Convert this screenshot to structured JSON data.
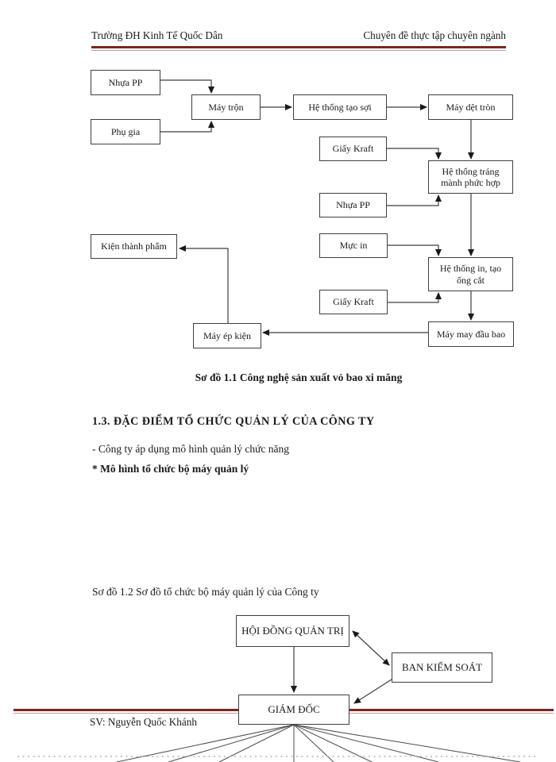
{
  "header": {
    "left": "Trường ĐH Kinh Tế Quốc Dân",
    "right": "Chuyên đề thực tập chuyên ngành"
  },
  "diagram1": {
    "caption": "Sơ đồ 1.1 Công nghệ sản xuất vỏ bao xi măng",
    "nodes": {
      "nhua_pp_1": "Nhựa PP",
      "phu_gia": "Phụ gia",
      "may_tron": "Máy trộn",
      "he_thong_tao_soi": "Hệ thống tạo sợi",
      "may_det_tron": "Máy dệt tròn",
      "giay_kraft_1": "Giấy Kraft",
      "he_thong_trang": "Hệ thống tráng mành phức hợp",
      "nhua_pp_2": "Nhựa PP",
      "muc_in": "Mực in",
      "kien_thanh_pham": "Kiện thành phẩm",
      "he_thong_in": "Hệ thống in, tạo ống cắt",
      "giay_kraft_2": "Giấy Kraft",
      "may_ep_kien": "Máy ép kiện",
      "may_may_dau_bao": "Máy may đầu bao"
    }
  },
  "section": {
    "heading": "1.3. ĐẶC ĐIỂM TỔ CHỨC QUẢN LÝ CỦA CÔNG TY",
    "line1": "- Công ty áp dụng mô hình quản lý chức năng",
    "line2": "* Mô hình tổ chức bộ máy quản lý"
  },
  "diagram2": {
    "caption": "Sơ đồ 1.2  Sơ đồ tổ chức bộ máy quản lý của Công ty",
    "nodes": {
      "hoi_dong_quan_tri": "HỘI ĐỒNG QUẢN TRỊ",
      "ban_kiem_soat": "BAN KIỂM SOÁT",
      "giam_doc": "GIÁM ĐỐC"
    }
  },
  "footer": {
    "student": "SV: Nguyễn Quốc Khánh"
  },
  "colors": {
    "maroon": "#7a2522",
    "maroon_light": "#c09a96",
    "box_border": "#3f3f3f",
    "dotted": "#a9b2dd"
  }
}
